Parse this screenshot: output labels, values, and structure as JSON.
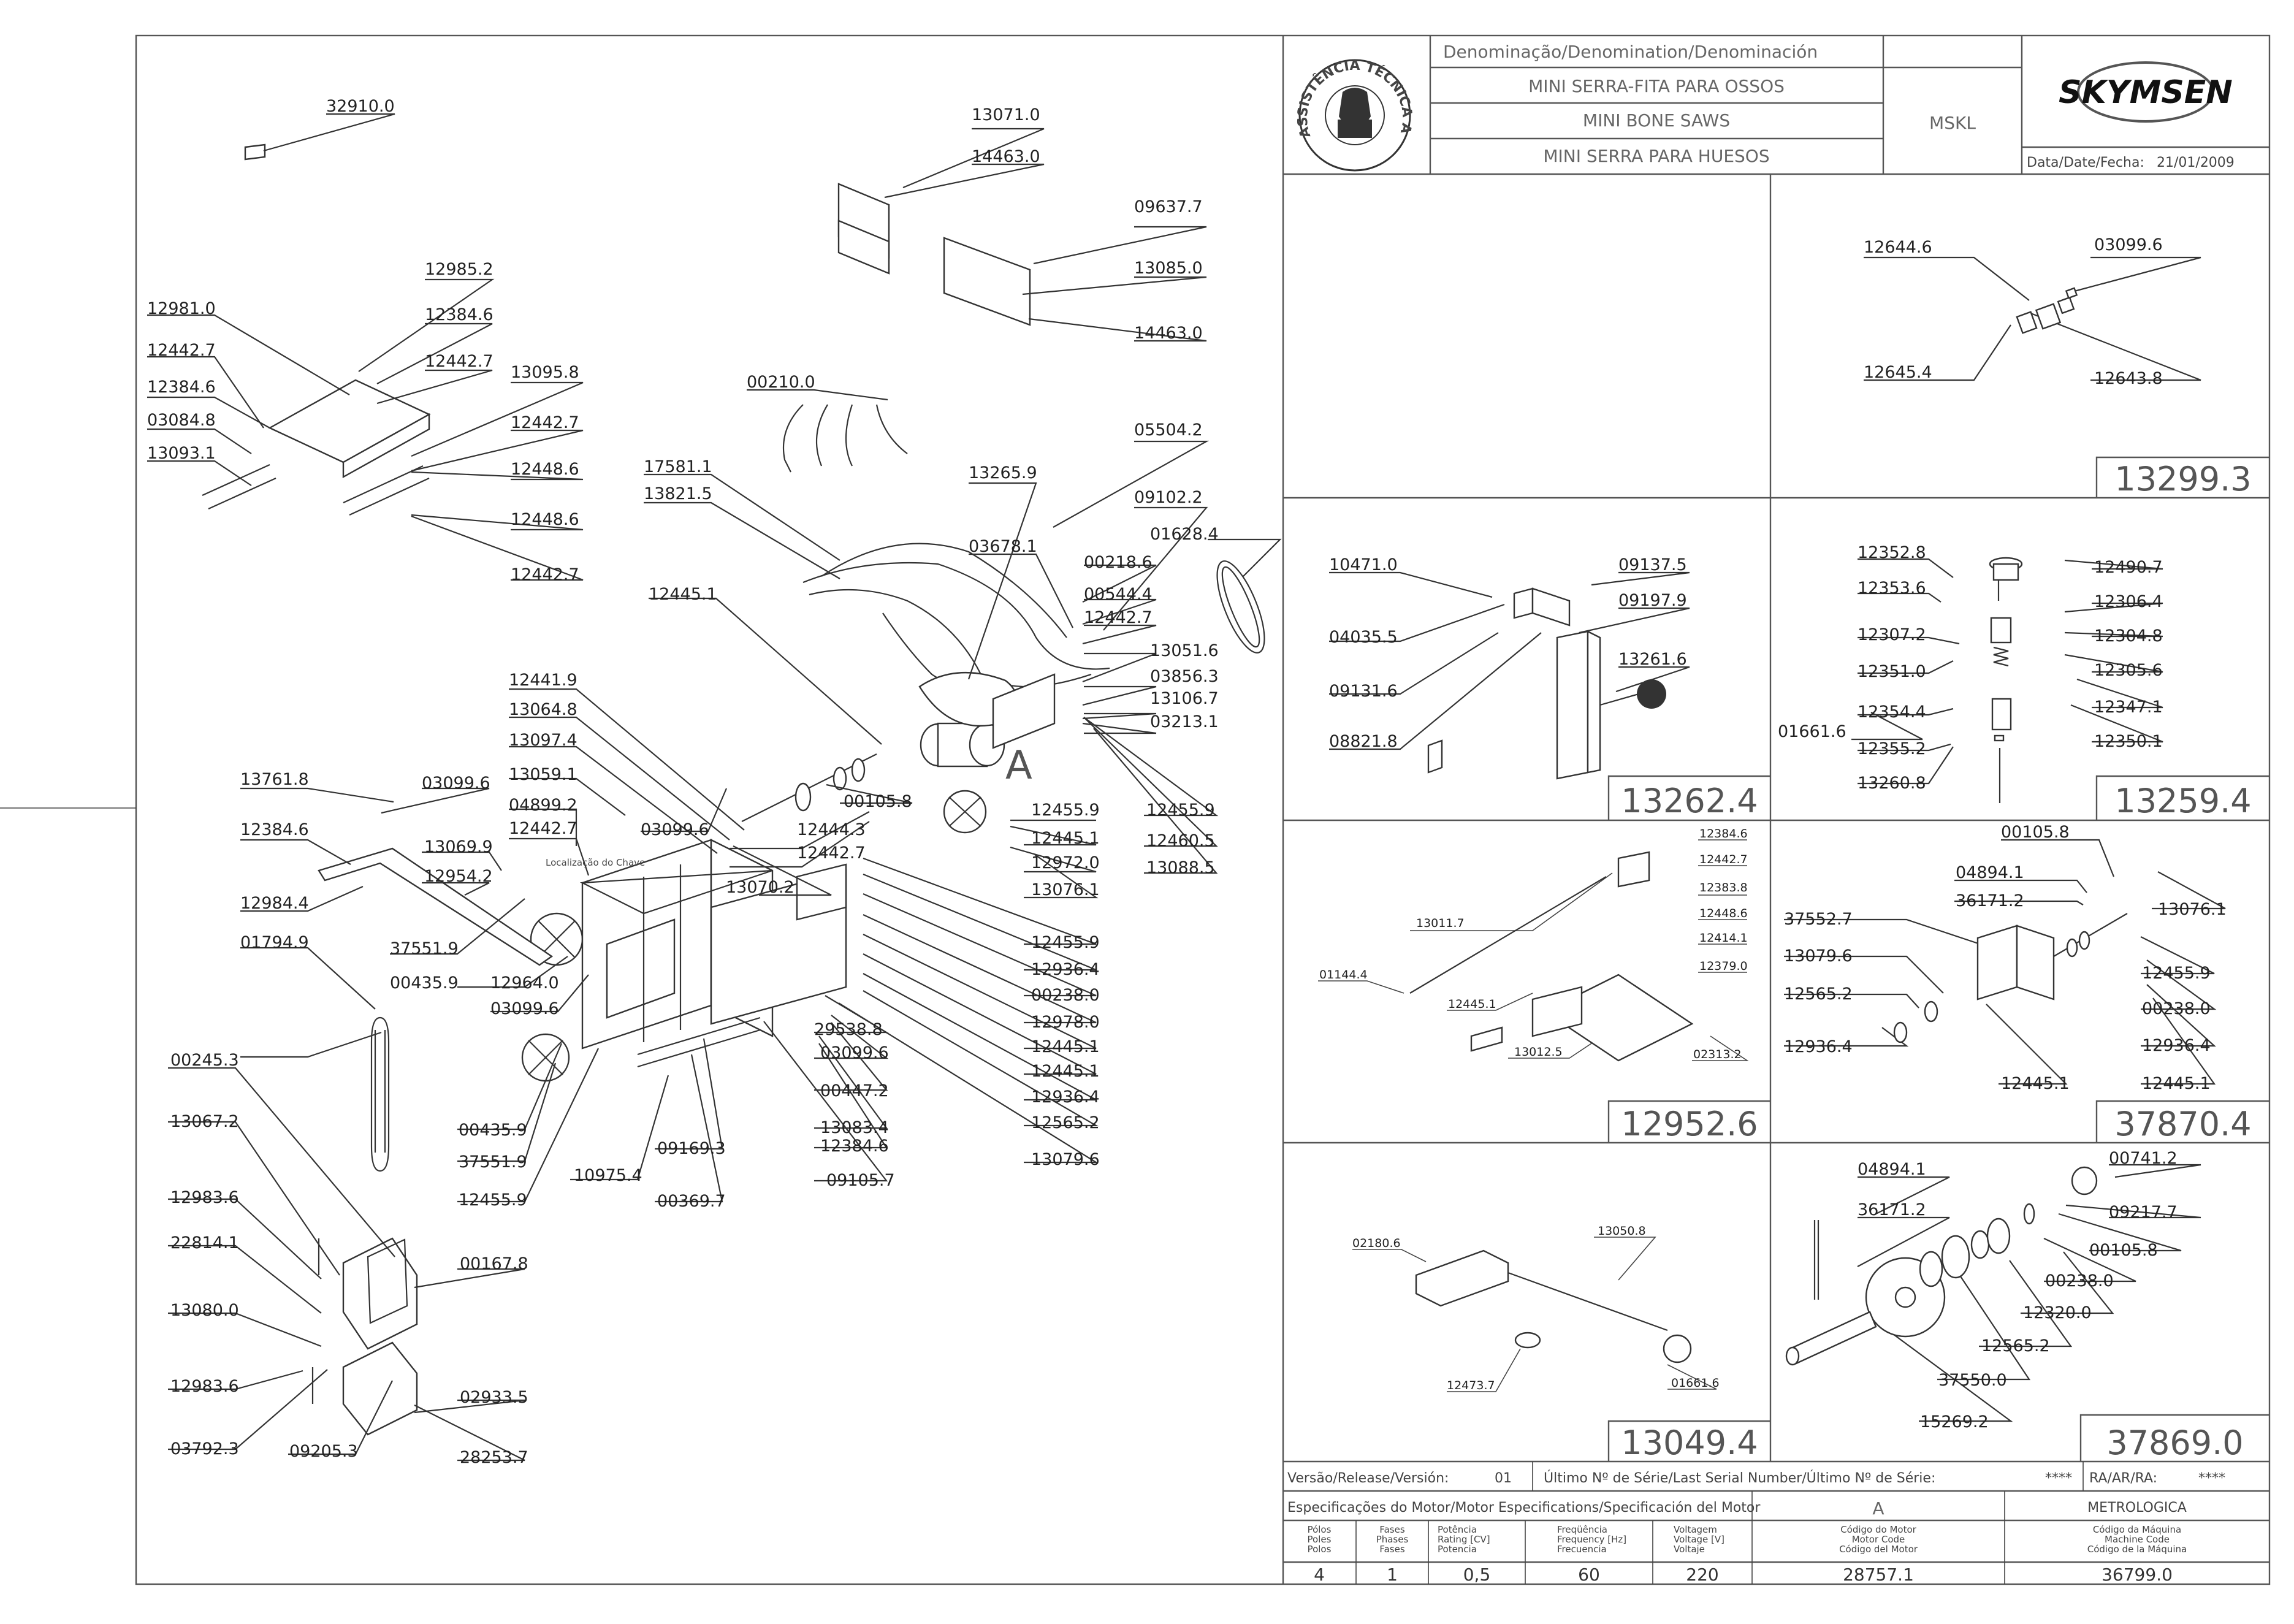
{
  "title_block": {
    "denomination_header": "Denominação/Denomination/Denominación",
    "name_pt": "MINI SERRA-FITA PARA OSSOS",
    "name_en": "MINI BONE SAWS",
    "name_es": "MINI SERRA PARA HUESOS",
    "model": "MSKL",
    "brand": "SKYMSEN",
    "date_label": "Data/Date/Fecha:",
    "date": "21/01/2009",
    "seal_text": "ASSISTÊNCIA TÉCNICA AUTORIZADA"
  },
  "footer": {
    "release_label": "Versão/Release/Versión:",
    "release_value": "01",
    "serial_label": "Último Nº de Série/Last Serial Number/Último Nº de Série:",
    "serial_value": "****",
    "ra_label": "RA/AR/RA:",
    "ra_value": "****",
    "motor_spec_label": "Especificações do Motor/Motor Especifications/Specificación del Motor",
    "motor_letter": "A",
    "metrology": "METROLOGICA",
    "col_poles": [
      "Pólos",
      "Poles",
      "Polos"
    ],
    "col_phases": [
      "Fases",
      "Phases",
      "Fases"
    ],
    "col_power": [
      "Potência",
      "Rating [CV]",
      "Potencia"
    ],
    "col_freq": [
      "Freqüência",
      "Frequency [Hz]",
      "Frecuencia"
    ],
    "col_voltage": [
      "Voltagem",
      "Voltage [V]",
      "Voltaje"
    ],
    "col_motor_code": [
      "Código do Motor",
      "Motor Code",
      "Código del Motor"
    ],
    "col_machine_code": [
      "Código da Máquina",
      "Machine Code",
      "Código de la Máquina"
    ],
    "values": {
      "poles": "4",
      "phases": "1",
      "power": "0,5",
      "freq": "60",
      "voltage": "220",
      "motor_code": "28757.1",
      "machine_code": "36799.0"
    }
  },
  "main_labels": {
    "l32910": "32910.0",
    "l13071": "13071.0",
    "l14463a": "14463.0",
    "l09637": "09637.7",
    "l13085": "13085.0",
    "l14463b": "14463.0",
    "l12985": "12985.2",
    "l12384a": "12384.6",
    "l12442a": "12442.7",
    "l13095": "13095.8",
    "l12442b": "12442.7",
    "l12448a": "12448.6",
    "l12448b": "12448.6",
    "l12442c": "12442.7",
    "l12981": "12981.0",
    "l12442d": "12442.7",
    "l12384b": "12384.6",
    "l03084": "03084.8",
    "l13093": "13093.1",
    "l00210": "00210.0",
    "l05504": "05504.2",
    "l17581": "17581.1",
    "l13821": "13821.5",
    "l13265": "13265.9",
    "l09102": "09102.2",
    "l01628": "01628.4",
    "l03678": "03678.1",
    "l00218": "00218.6",
    "l00544": "00544.4",
    "l12442e": "12442.7",
    "l13051": "13051.6",
    "l03856": "03856.3",
    "l13106": "13106.7",
    "l03213": "03213.1",
    "l12445a": "12445.1",
    "l12441": "12441.9",
    "l13064": "13064.8",
    "l13097": "13097.4",
    "l13059": "13059.1",
    "l04899": "04899.2",
    "l12442f": "12442.7",
    "l03099a": "03099.6",
    "l12444": "12444.3",
    "l12442g": "12442.7",
    "l00105": "00105.8",
    "l12455a": "12455.9",
    "l12445b": "12445.1",
    "l12972": "12972.0",
    "l13076": "13076.1",
    "l12455b": "12455.9",
    "l12460": "12460.5",
    "l13088": "13088.5",
    "l13761": "13761.8",
    "l03099b": "03099.6",
    "l12384c": "12384.6",
    "l13069": "13069.9",
    "l12954": "12954.2",
    "l12984": "12984.4",
    "l01794": "01794.9",
    "l37551a": "37551.9",
    "l00435a": "00435.9",
    "l12964": "12964.0",
    "l03099c": "03099.6",
    "l13070": "13070.2",
    "l12455c": "12455.9",
    "l12936a": "12936.4",
    "l00238": "00238.0",
    "l12978": "12978.0",
    "l12445c": "12445.1",
    "l12445d": "12445.1",
    "l12936b": "12936.4",
    "l12565": "12565.2",
    "l13079": "13079.6",
    "l29538": "29538.8",
    "l03099d": "03099.6",
    "l00447": "00447.2",
    "l13083": "13083.4",
    "l12384d": "12384.6",
    "l09105": "09105.7",
    "l00245": "00245.3",
    "l00435b": "00435.9",
    "l37551b": "37551.9",
    "l12455d": "12455.9",
    "l10975": "10975.4",
    "l09169": "09169.3",
    "l00369": "00369.7",
    "l13067": "13067.2",
    "l12983a": "12983.6",
    "l22814": "22814.1",
    "l00167": "00167.8",
    "l13080": "13080.0",
    "l12983b": "12983.6",
    "l02933": "02933.5",
    "l03792": "03792.3",
    "l09205": "09205.3",
    "l28253": "28253.7",
    "lA": "A",
    "small_label": "Localização do Chave"
  },
  "panels": {
    "p13299": {
      "number": "13299.3",
      "labels": [
        "12644.6",
        "03099.6",
        "12645.4",
        "12643.8"
      ]
    },
    "p13262": {
      "number": "13262.4",
      "labels": [
        "10471.0",
        "09137.5",
        "09197.9",
        "04035.5",
        "13261.6",
        "09131.6",
        "01661.6",
        "08821.8"
      ]
    },
    "p13259": {
      "number": "13259.4",
      "labels": [
        "12352.8",
        "12490.7",
        "12353.6",
        "12306.4",
        "12307.2",
        "12304.8",
        "12305.6",
        "12351.0",
        "12347.1",
        "12354.4",
        "12350.1",
        "12355.2",
        "13260.8"
      ]
    },
    "p12952": {
      "number": "12952.6",
      "labels": [
        "12384.6",
        "12442.7",
        "12383.8",
        "13011.7",
        "12448.6",
        "12414.1",
        "12379.0",
        "01144.4",
        "12445.1",
        "13012.5",
        "02313.2"
      ]
    },
    "p37870": {
      "number": "37870.4",
      "labels": [
        "00105.8",
        "04894.1",
        "36171.2",
        "13076.1",
        "37552.7",
        "13079.6",
        "12455.9",
        "12565.2",
        "00238.0",
        "12936.4",
        "12936.4",
        "12445.1",
        "12445.1"
      ]
    },
    "p13049": {
      "number": "13049.4",
      "labels": [
        "02180.6",
        "13050.8",
        "12473.7",
        "01661.6"
      ]
    },
    "p37869": {
      "number": "37869.0",
      "labels": [
        "04894.1",
        "00741.2",
        "36171.2",
        "09217.7",
        "00105.8",
        "00238.0",
        "12320.0",
        "12565.2",
        "37550.0",
        "15269.2"
      ]
    }
  }
}
